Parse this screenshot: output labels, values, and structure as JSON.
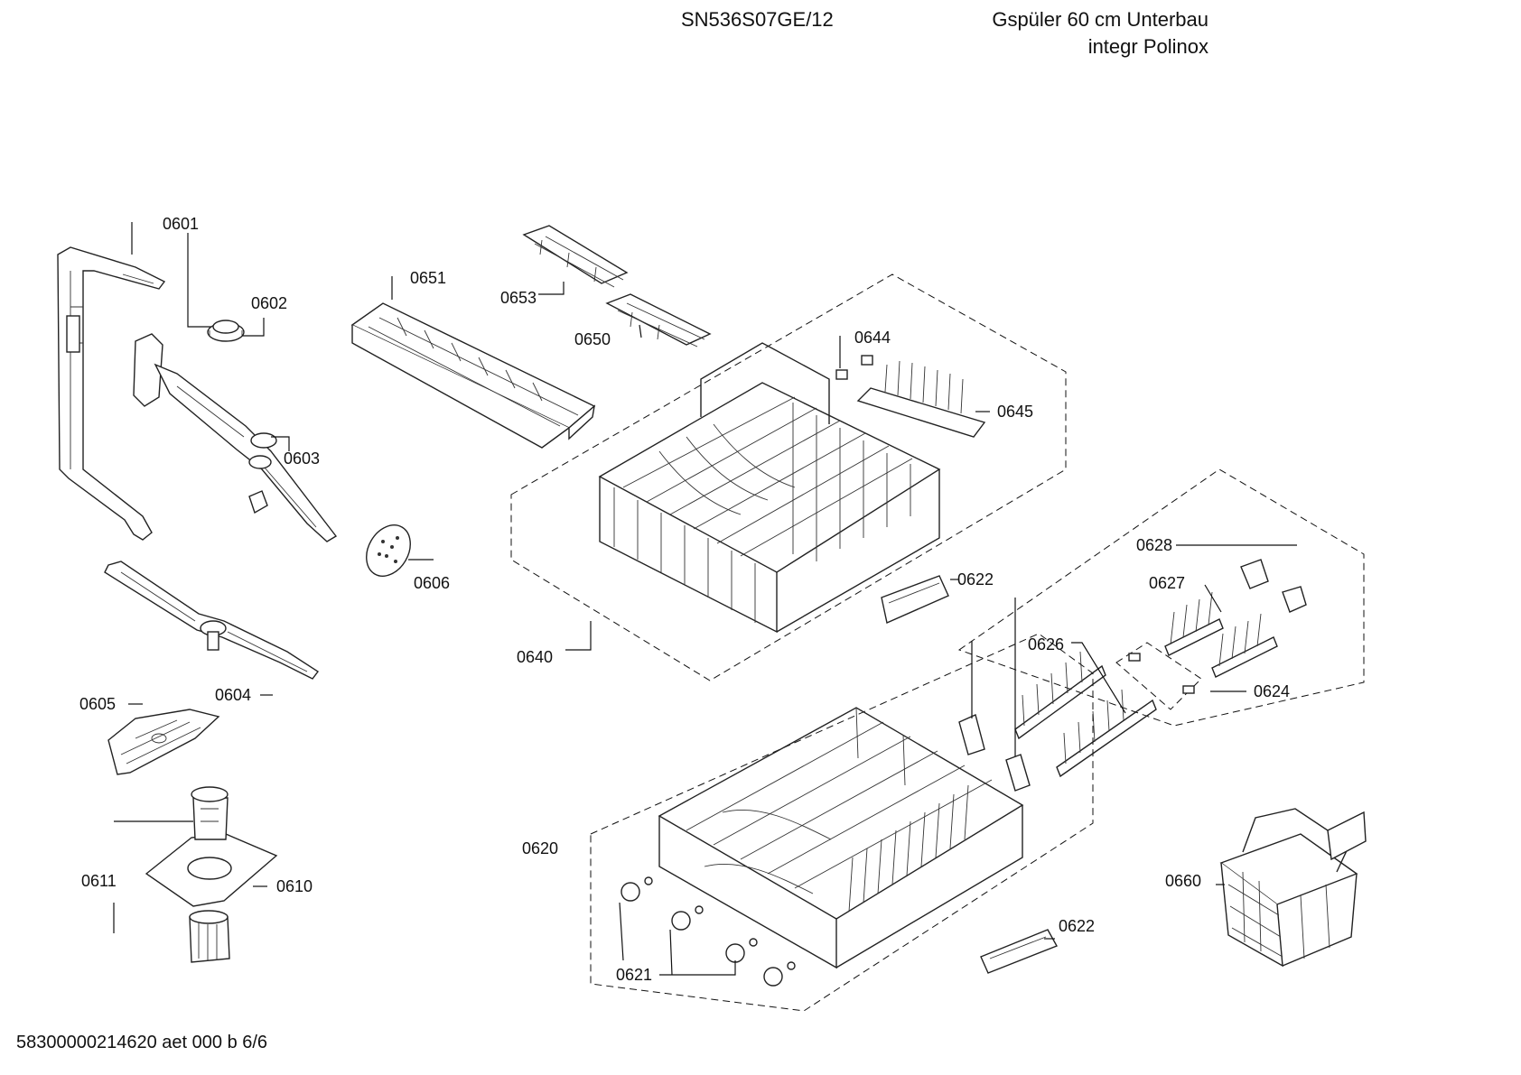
{
  "header": {
    "model": "SN536S07GE/12",
    "desc_line1": "Gspüler 60 cm Unterbau",
    "desc_line2": "integr Polinox"
  },
  "footer": {
    "code": "58300000214620 aet 000 b 6/6"
  },
  "labels": {
    "p0601": "0601",
    "p0602": "0602",
    "p0603": "0603",
    "p0604": "0604",
    "p0605": "0605",
    "p0606": "0606",
    "p0610": "0610",
    "p0611": "0611",
    "p0620": "0620",
    "p0621": "0621",
    "p0622a": "0622",
    "p0622b": "0622",
    "p0624": "0624",
    "p0626": "0626",
    "p0627": "0627",
    "p0628": "0628",
    "p0640": "0640",
    "p0644": "0644",
    "p0645": "0645",
    "p0650": "0650",
    "p0651": "0651",
    "p0653": "0653",
    "p0660": "0660"
  }
}
